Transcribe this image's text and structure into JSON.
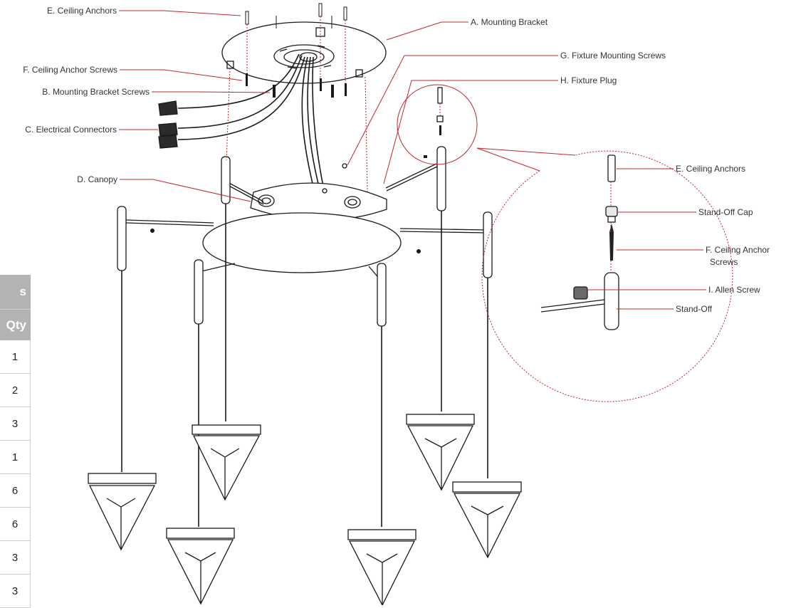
{
  "callouts": {
    "ceiling_anchors": "E. Ceiling Anchors",
    "ceiling_anchor_screws": "F. Ceiling Anchor Screws",
    "mounting_bracket_screws": "B. Mounting Bracket Screws",
    "electrical_connectors": "C. Electrical Connectors",
    "canopy": "D. Canopy",
    "mounting_bracket": "A. Mounting Bracket",
    "fixture_mounting_screws": "G. Fixture Mounting Screws",
    "fixture_plug": "H. Fixture Plug"
  },
  "detail": {
    "ceiling_anchors": "E. Ceiling Anchors",
    "stand_off_cap": "Stand-Off Cap",
    "ceiling_anchor_screws_line1": "F. Ceiling Anchor",
    "ceiling_anchor_screws_line2": "Screws",
    "allen_screw": "I. Allen Screw",
    "stand_off": "Stand-Off"
  },
  "parts_table": {
    "header_top": "s",
    "header_qty": "Qty",
    "quantities": [
      "1",
      "2",
      "3",
      "1",
      "6",
      "6",
      "3",
      "3"
    ]
  },
  "colors": {
    "leader": "#c1272d",
    "line_art": "#1a1a1a",
    "table_header": "#b3b3b3"
  }
}
